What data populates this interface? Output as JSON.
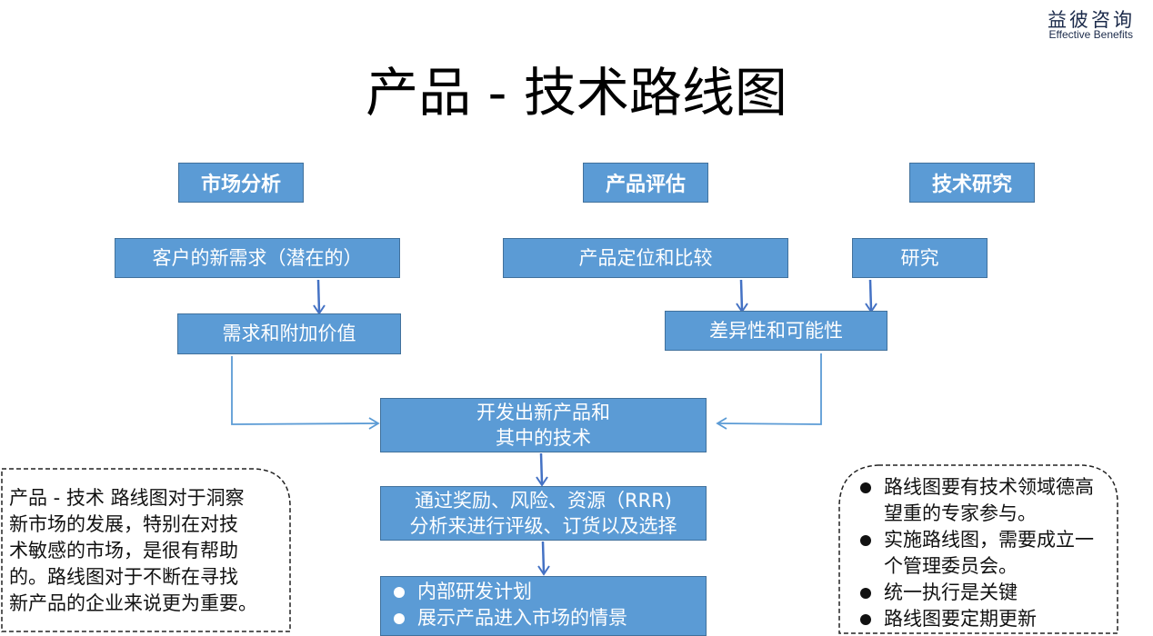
{
  "brand": {
    "name_cn": "益彼咨询",
    "name_en": "Effective Benefits"
  },
  "title": "产品 - 技术路线图",
  "colors": {
    "box_fill": "#5b9bd5",
    "box_border": "#41719c",
    "arrow_dark": "#4472c4",
    "arrow_light": "#5b9bd5"
  },
  "columns": {
    "market": {
      "header": "市场分析",
      "step1": "客户的新需求（潜在的）",
      "step2": "需求和附加价值"
    },
    "product": {
      "header": "产品评估",
      "step1": "产品定位和比较"
    },
    "tech": {
      "header": "技术研究",
      "step1": "研究"
    },
    "merge": "差异性和可能性"
  },
  "center": {
    "develop": [
      "开发出新产品和",
      "其中的技术"
    ],
    "rrr": [
      "通过奖励、风险、资源（RRR)",
      "分析来进行评级、订货以及选择"
    ],
    "outcomes": [
      "内部研发计划",
      "展示产品进入市场的情景"
    ]
  },
  "left_note": [
    "产品 - 技术 路线图对于洞察",
    "新市场的发展，特别在对技",
    "术敏感的市场，是很有帮助",
    "的。路线图对于不断在寻找",
    "新产品的企业来说更为重要。"
  ],
  "right_note": [
    "路线图要有技术领域德高望重的专家参与。",
    "实施路线图，需要成立一个管理委员会。",
    "统一执行是关键",
    "路线图要定期更新"
  ]
}
